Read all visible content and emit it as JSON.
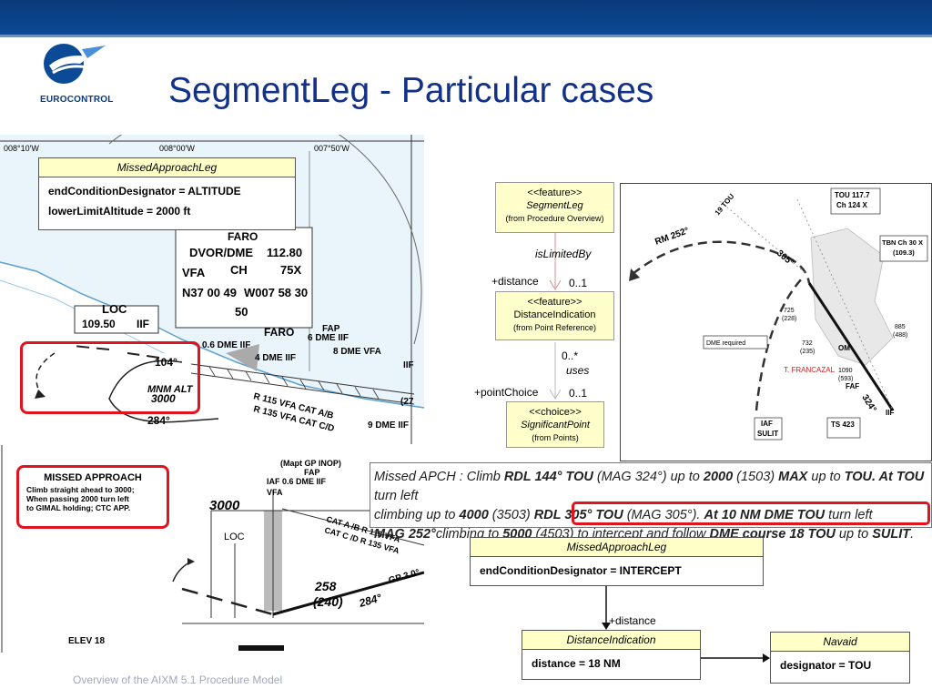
{
  "slide": {
    "title": "SegmentLeg - Particular cases",
    "logo_text": "EUROCONTROL",
    "footer": "Overview of the AIXM 5.1 Procedure Model"
  },
  "colors": {
    "title": "#12328a",
    "header_bar": "#0b4a96",
    "highlight_red": "#e0141e",
    "uml_fill": "#ffffcc"
  },
  "map_left": {
    "coords_top": [
      "008°10'W",
      "008°00'W",
      "007°50'W"
    ],
    "faro": [
      "FARO",
      "DVOR/DME",
      "112.80",
      "VFA",
      "CH",
      "75X",
      "N37 00 49",
      "W007 58 30",
      "50"
    ],
    "loc": [
      "LOC",
      "109.50",
      "IIF"
    ],
    "labels": {
      "faro2": "FARO",
      "fap": "FAP",
      "dme6": "6 DME IIF",
      "dme06": "0.6 DME IIF",
      "dme8": "8 DME VFA",
      "dme4": "4 DME IIF",
      "r104": "104°",
      "r284": "284°",
      "mnm": "MNM ALT",
      "mnm_val": "3000",
      "cat_ab": "R 115 VFA CAT A/B",
      "cat_cd": "R 135 VFA CAT C/D",
      "dme9": "9 DME IIF",
      "iif": "IIF",
      "n27": "(27"
    }
  },
  "missed_box1": {
    "head": "MissedApproachLeg",
    "line1": "endConditionDesignator = ALTITUDE",
    "line2": "lowerLimitAltitude = 2000 ft"
  },
  "uml": {
    "segment": {
      "stereo": "<<feature>>",
      "name": "SegmentLeg",
      "from": "(from Procedure Overview)"
    },
    "distance": {
      "stereo": "<<feature>>",
      "name": "DistanceIndication",
      "from": "(from Point Reference)"
    },
    "significant": {
      "stereo": "<<choice>>",
      "name": "SignificantPoint",
      "from": "(from Points)"
    },
    "is_limited_by": "isLimitedBy",
    "plus_distance": "+distance",
    "mult1": "0..1",
    "mult_many": "0..*",
    "uses": "uses",
    "plus_point_choice": "+pointChoice",
    "mult2": "0..1"
  },
  "map_right": {
    "tou": [
      "TOU 117.7",
      "Ch 124 X"
    ],
    "tbn": [
      "TBN Ch 30 X",
      "(109.3)"
    ],
    "rm": "RM 252°",
    "r305": "305°",
    "tou19": "19 TOU",
    "dme_req": "DME required",
    "francazal": "T. FRANCAZAL",
    "iaf": [
      "IAF",
      "SULIT"
    ],
    "ts": "TS 423",
    "r324": "324°",
    "faf": "FAF",
    "om": "OM",
    "iif": "IIF",
    "elev": [
      "725",
      "(228)",
      "885",
      "(488)",
      "732",
      "(235)",
      "1090",
      "(593)"
    ]
  },
  "profile": {
    "missed_title": "MISSED APPROACH",
    "missed_text": [
      "Climb straight ahead to 3000;",
      "When passing 2000 turn left",
      "to GIMAL holding; CTC APP."
    ],
    "mapt": [
      "(Mapt GP INOP)",
      "FAP",
      "IAF 0.6 DME IIF",
      "VFA"
    ],
    "alt3000": "3000",
    "loc": "LOC",
    "cat1": "CAT A /B R 115 VFA",
    "cat2": "CAT C /D R 135 VFA",
    "alt258": "258",
    "alt240": "(240)",
    "r284": "284°",
    "gp": "GP 3.0°",
    "elev": "ELEV 18"
  },
  "apch_text": {
    "l1_a": "Missed APCH : Climb ",
    "l1_b": "RDL 144° TOU",
    "l1_c": " (MAG 324°) up to ",
    "l1_d": "2000",
    "l1_e": " (1503) ",
    "l1_f": "MAX",
    "l1_g": " up to ",
    "l1_h": "TOU. At TOU",
    "l1_i": " turn left",
    "l2_a": "climbing up to ",
    "l2_b": "4000",
    "l2_c": " (3503) ",
    "l2_d": "RDL 305° TOU",
    "l2_e": " (MAG 305°). ",
    "l2_f": "At 10 NM DME TOU",
    "l2_g": " turn left",
    "l3_a": "MAG 252°",
    "l3_b": "climbing to ",
    "l3_c": "5000",
    "l3_d": " (4503)",
    "l3_e": " to intercept and follow ",
    "l3_f": "DME course 18 TOU",
    "l3_g": " up to ",
    "l3_h": "SULIT",
    "l3_i": "."
  },
  "missed_box2": {
    "head": "MissedApproachLeg",
    "line1": "endConditionDesignator = INTERCEPT"
  },
  "plus_distance2": "+distance",
  "distance_box": {
    "head": "DistanceIndication",
    "line1": "distance = 18 NM"
  },
  "navaid_box": {
    "head": "Navaid",
    "line1": "designator = TOU"
  }
}
